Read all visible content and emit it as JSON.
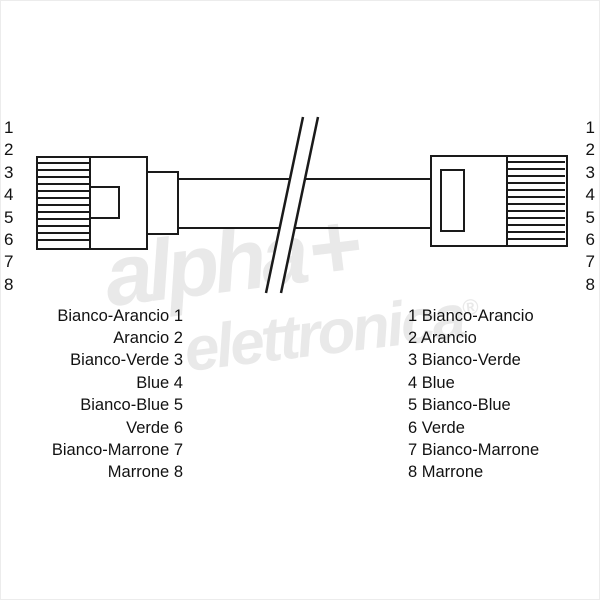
{
  "watermark": {
    "line1": "alpha",
    "plus": "+",
    "line2": "elettronica",
    "reg": "®"
  },
  "connector_diagram": {
    "left_pin_numbers": [
      "1",
      "2",
      "3",
      "4",
      "5",
      "6",
      "7",
      "8"
    ],
    "right_pin_numbers": [
      "1",
      "2",
      "3",
      "4",
      "5",
      "6",
      "7",
      "8"
    ]
  },
  "wiring_table": {
    "rows": [
      {
        "left": "Bianco-Arancio 1",
        "right": "1 Bianco-Arancio"
      },
      {
        "left": "Arancio 2",
        "right": "2 Arancio"
      },
      {
        "left": "Bianco-Verde 3",
        "right": "3 Bianco-Verde"
      },
      {
        "left": "Blue 4",
        "right": "4 Blue"
      },
      {
        "left": "Bianco-Blue 5",
        "right": "5 Bianco-Blue"
      },
      {
        "left": "Verde 6",
        "right": "6 Verde"
      },
      {
        "left": "Bianco-Marrone 7",
        "right": "7 Bianco-Marrone"
      },
      {
        "left": "Marrone 8",
        "right": "8 Marrone"
      }
    ]
  },
  "colors": {
    "line": "#1a1a1a",
    "text": "#111111",
    "watermark": "#e9e9e9"
  }
}
